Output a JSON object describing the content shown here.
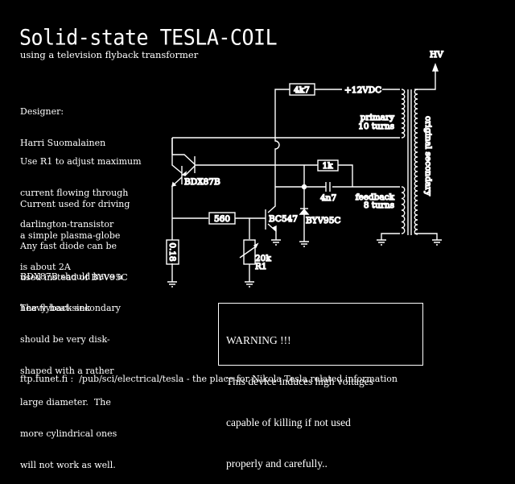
{
  "header": {
    "title": "Solid-state TESLA-COIL",
    "subtitle": "using a television flyback transformer"
  },
  "notes": {
    "designer_label": "Designer:",
    "designer_name": "Harri Suomalainen",
    "paragraphs": [
      [
        "Use R1 to adjust maximum",
        "current flowing through",
        "darlington-transistor"
      ],
      [
        "Current used for driving",
        "a simple plasma-globe",
        "is about 2A"
      ],
      [
        "Any fast diode can be",
        "used instead of BYV95C"
      ],
      [
        "BDX87B should have a",
        "heavy heat-sink"
      ],
      [
        "The flyback secondary",
        "should be very disk-",
        "shaped with a rather",
        "large diameter.  The",
        "more cylindrical ones",
        "will not work as well."
      ]
    ]
  },
  "warning": {
    "heading": "WARNING !!!",
    "lines": [
      "This device induces high voltages",
      "capable of killing if not used",
      "properly and carefully.."
    ]
  },
  "footer": {
    "text": "ftp.funet.fi :  /pub/sci/electrical/tesla - the place for Nikola Tesla related information"
  },
  "schematic": {
    "supply_label": "+12VDC",
    "hv_label": "HV",
    "resistor_4k7": "4k7",
    "resistor_1k": "1k",
    "resistor_560": "560",
    "resistor_018": "0.18",
    "capacitor_label": "4n7",
    "potentiometer_value": "20k",
    "potentiometer_name": "R1",
    "transistor_darlington": "BDX87B",
    "transistor_small": "BC547",
    "diode": "BYV95C",
    "primary_label": "primary",
    "primary_turns": "10 turns",
    "feedback_label": "feedback",
    "feedback_turns": "8 turns",
    "secondary_label": "original secondary"
  }
}
